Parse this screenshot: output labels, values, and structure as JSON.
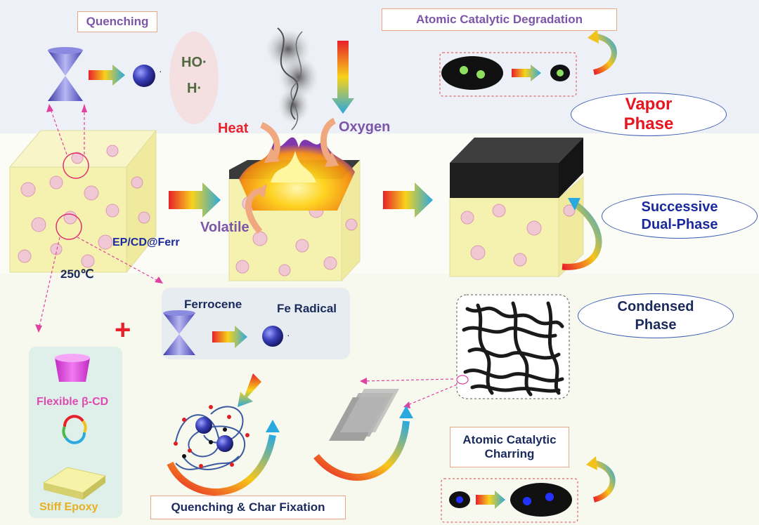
{
  "labels": {
    "quenching_top": "Quenching",
    "ho": "HO·",
    "h": "H·",
    "atomic_catalytic_degradation": "Atomic Catalytic Degradation",
    "vapor_phase": [
      "Vapor",
      "Phase"
    ],
    "heat": "Heat",
    "oxygen": "Oxygen",
    "volatile": "Volatile",
    "successive_dual_phase": [
      "Successive",
      "Dual-Phase"
    ],
    "ep_cd_ferr": "EP/CD@Ferr",
    "temperature": "250℃",
    "ferrocene": "Ferrocene",
    "fe_radical": "Fe Radical",
    "condensed_phase": [
      "Condensed",
      "Phase"
    ],
    "flexible_cd": "Flexible β-CD",
    "stiff_epoxy": "Stiff Epoxy",
    "quenching_char_fixation": "Quenching & Char Fixation",
    "atomic_catalytic_charring": [
      "Atomic Catalytic",
      "Charring"
    ],
    "plus": "+"
  },
  "colors": {
    "label_purple": "#7b56a8",
    "vapor_red": "#e8141e",
    "phase_blue": "#1a2a9c",
    "heat_red": "#e8222a",
    "cube_face": "#f5f2b0",
    "char_top": "#2f2f2f",
    "pink_box_border": "#e8a888"
  }
}
